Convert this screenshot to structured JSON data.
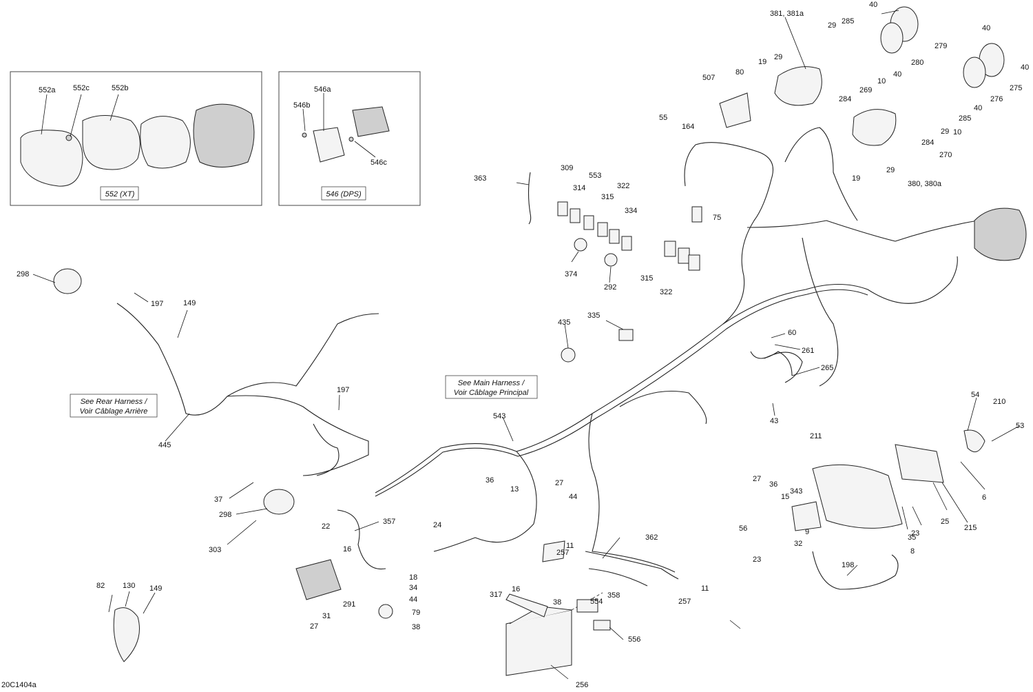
{
  "diagram_code": "20C1404a",
  "kit_boxes": [
    {
      "label": "552 (XT)",
      "parts": [
        "552a",
        "552c",
        "552b"
      ]
    },
    {
      "label": "546 (DPS)",
      "parts": [
        "546a",
        "546b",
        "546c"
      ]
    }
  ],
  "notes": {
    "rear_harness": [
      "See Rear Harness /",
      "Voir Câblage Arrière"
    ],
    "main_harness": [
      "See Main Harness /",
      "Voir Câblage Principal"
    ]
  },
  "callouts": {
    "c552a": "552a",
    "c552c": "552c",
    "c552b": "552b",
    "c546a": "546a",
    "c546b": "546b",
    "c546c": "546c",
    "c381": "381, 381a",
    "c29a": "29",
    "c285a": "285",
    "c40a": "40",
    "c279": "279",
    "c40b": "40",
    "c19a": "19",
    "c29b": "29",
    "c280": "280",
    "c40c": "40",
    "c10a": "10",
    "c269": "269",
    "c284a": "284",
    "c275": "275",
    "c40d": "40",
    "c276": "276",
    "c40e": "40",
    "c285b": "285",
    "c10b": "10",
    "c29c": "29",
    "c284b": "284",
    "c270": "270",
    "c29d": "29",
    "c19b": "19",
    "c380": "380, 380a",
    "c507": "507",
    "c80": "80",
    "c55": "55",
    "c164": "164",
    "c75": "75",
    "c363": "363",
    "c309": "309",
    "c553": "553",
    "c314": "314",
    "c322a": "322",
    "c315a": "315",
    "c334": "334",
    "c374": "374",
    "c292": "292",
    "c315b": "315",
    "c322b": "322",
    "c298a": "298",
    "c197a": "197",
    "c149a": "149",
    "c435": "435",
    "c335": "335",
    "c60": "60",
    "c261": "261",
    "c265": "265",
    "c43": "43",
    "c197b": "197",
    "c445": "445",
    "c543": "543",
    "c54": "54",
    "c210": "210",
    "c53": "53",
    "c211": "211",
    "c6": "6",
    "c27a": "27",
    "c36a": "36",
    "c343": "343",
    "c15": "15",
    "c25": "25",
    "c215": "215",
    "c23a": "23",
    "c35": "35",
    "c56": "56",
    "c9": "9",
    "c32": "32",
    "c8": "8",
    "c23b": "23",
    "c198": "198",
    "c37": "37",
    "c298b": "298",
    "c303": "303",
    "c36b": "36",
    "c13": "13",
    "c27b": "27",
    "c44a": "44",
    "c22": "22",
    "c357": "357",
    "c24": "24",
    "c16a": "16",
    "c257a": "257",
    "c11a": "11",
    "c362": "362",
    "c18": "18",
    "c34": "34",
    "c44b": "44",
    "c79": "79",
    "c38a": "38",
    "c291": "291",
    "c31": "31",
    "c27c": "27",
    "c82": "82",
    "c130": "130",
    "c149b": "149",
    "c16b": "16",
    "c317": "317",
    "c38b": "38",
    "c554": "554",
    "c358": "358",
    "c11b": "11",
    "c257b": "257",
    "c556": "556",
    "c256": "256"
  }
}
